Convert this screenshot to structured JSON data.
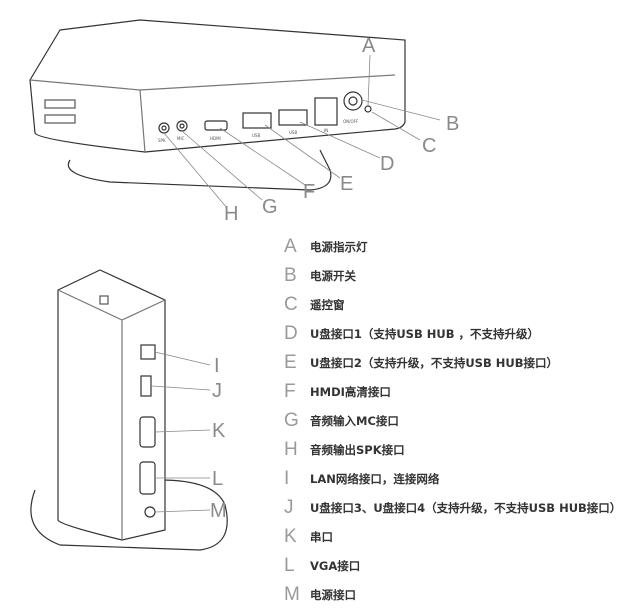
{
  "top_device": {
    "callouts": [
      "A",
      "B",
      "C",
      "D",
      "E",
      "F",
      "G",
      "H"
    ],
    "port_labels": {
      "spk": "SPK",
      "mic": "MIC",
      "hdmi": "HDMI",
      "usb1": "USB",
      "usb2": "USB",
      "dc_in": "IN",
      "power": "ON/OFF"
    }
  },
  "side_device": {
    "callouts": [
      "I",
      "J",
      "K",
      "L",
      "M"
    ]
  },
  "legend": [
    {
      "letter": "A",
      "text": "电源指示灯"
    },
    {
      "letter": "B",
      "text": "电源开关"
    },
    {
      "letter": "C",
      "text": "遥控窗"
    },
    {
      "letter": "D",
      "text": "U盘接口1（支持USB HUB ，不支持升级）"
    },
    {
      "letter": "E",
      "text": "U盘接口2（支持升级，不支持USB HUB接口）"
    },
    {
      "letter": "F",
      "text": "HMDI高清接口"
    },
    {
      "letter": "G",
      "text": "音频输入MC接口"
    },
    {
      "letter": "H",
      "text": "音频输出SPK接口"
    },
    {
      "letter": "I",
      "text": "LAN网络接口，连接网络"
    },
    {
      "letter": "J",
      "text": "U盘接口3、U盘接口4（支持升级，不支持USB HUB接口）"
    },
    {
      "letter": "K",
      "text": "串口"
    },
    {
      "letter": "L",
      "text": "VGA接口"
    },
    {
      "letter": "M",
      "text": "电源接口"
    }
  ]
}
